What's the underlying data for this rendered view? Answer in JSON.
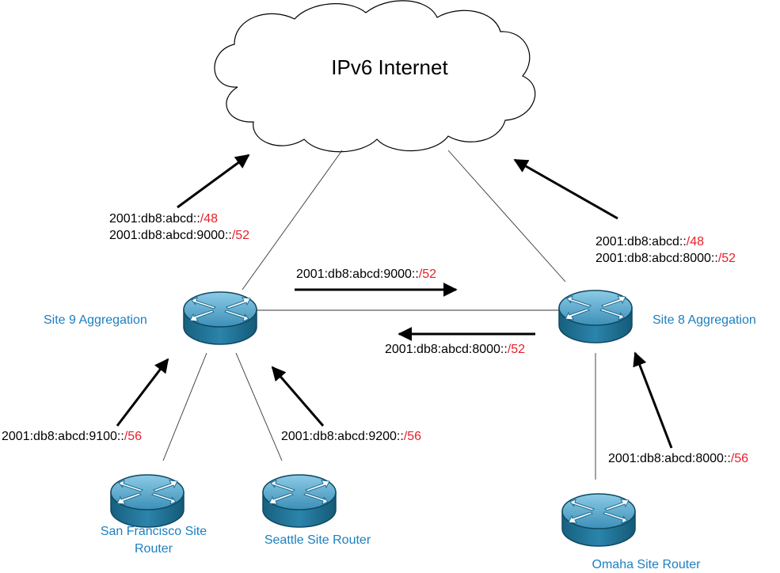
{
  "cloud": {
    "label": "IPv6 Internet"
  },
  "routers": {
    "site9": {
      "label": "Site 9 Aggregation"
    },
    "site8": {
      "label": "Site 8 Aggregation"
    },
    "sanfrancisco": {
      "label_line1": "San Francisco Site",
      "label_line2": "Router"
    },
    "seattle": {
      "label": "Seattle Site Router"
    },
    "omaha": {
      "label": "Omaha Site Router"
    }
  },
  "prefixes": {
    "site9_up_1": {
      "prefix": "2001:db8:abcd::",
      "mask": "/48"
    },
    "site9_up_2": {
      "prefix": "2001:db8:abcd:9000::",
      "mask": "/52"
    },
    "site8_up_1": {
      "prefix": "2001:db8:abcd::",
      "mask": "/48"
    },
    "site8_up_2": {
      "prefix": "2001:db8:abcd:8000::",
      "mask": "/52"
    },
    "to_site8": {
      "prefix": "2001:db8:abcd:9000::",
      "mask": "/52"
    },
    "to_site9": {
      "prefix": "2001:db8:abcd:8000::",
      "mask": "/52"
    },
    "sanfrancisco": {
      "prefix": "2001:db8:abcd:9100::",
      "mask": "/56"
    },
    "seattle": {
      "prefix": "2001:db8:abcd:9200::",
      "mask": "/56"
    },
    "omaha": {
      "prefix": "2001:db8:abcd:8000::",
      "mask": "/56"
    }
  }
}
